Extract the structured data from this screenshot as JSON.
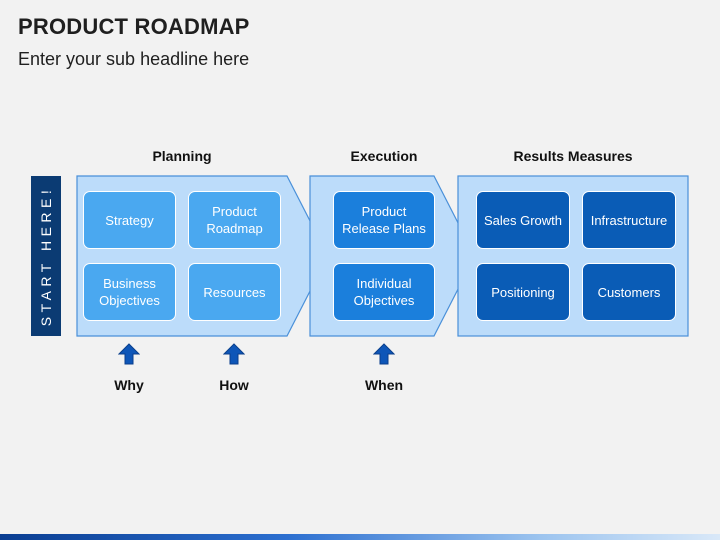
{
  "title": "PRODUCT ROADMAP",
  "subtitle": "Enter your sub headline here",
  "start_label": "START HERE!",
  "sections": {
    "planning": "Planning",
    "execution": "Execution",
    "results": "Results Measures"
  },
  "boxes": {
    "strategy": "Strategy",
    "product_roadmap": "Product Roadmap",
    "business_objectives": "Business Objectives",
    "resources": "Resources",
    "product_release_plans": "Product Release Plans",
    "individual_objectives": "Individual Objectives",
    "sales_growth": "Sales Growth",
    "infrastructure": "Infrastructure",
    "positioning": "Positioning",
    "customers": "Customers"
  },
  "bottom_labels": {
    "why": "Why",
    "how": "How",
    "when": "When"
  },
  "colors": {
    "panel_fill": "#bcdcfa",
    "panel_stroke": "#4a90d9",
    "start_bar": "#0b3b73",
    "box_light": "#4aa8f0",
    "box_mid": "#1b7fdc",
    "box_dark": "#0a5cb6",
    "arrow": "#0e56b8"
  }
}
